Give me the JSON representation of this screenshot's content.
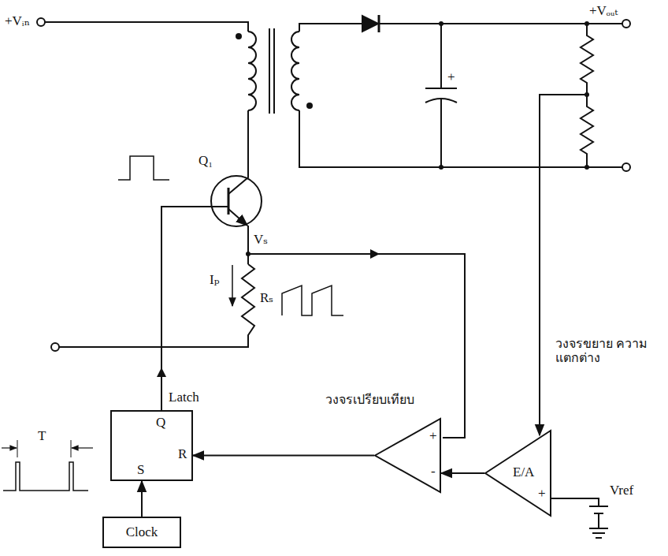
{
  "diagram": {
    "nodes": [
      {
        "text": [
          "Latch",
          "Q",
          "R",
          "S"
        ]
      },
      {
        "text": [
          "Clock"
        ]
      },
      {
        "text": [
          "วงจรเปรียบเทียบ",
          "+",
          "-"
        ]
      },
      {
        "text": [
          "วงจรขยาย ความแตกต่าง",
          "E/A",
          "+"
        ]
      }
    ],
    "edges": [
      {
        "from": 1,
        "to": 0,
        "arrow": "to"
      },
      {
        "from": 2,
        "to": 0,
        "arrow": "to"
      },
      {
        "from": 3,
        "to": 2,
        "arrow": "to"
      }
    ],
    "labels": [
      "+Vᵢₙ",
      "+Vₒᵤₜ",
      "Q₁",
      "Vₛ",
      "Iₚ",
      "Rₛ",
      "+",
      "T",
      "Vref"
    ]
  }
}
